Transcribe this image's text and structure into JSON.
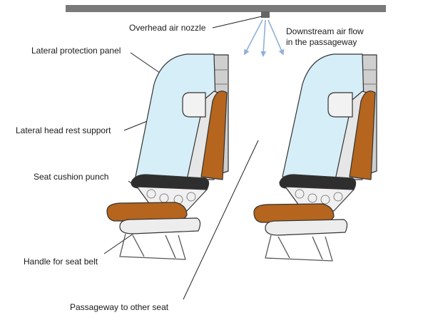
{
  "labels": {
    "overhead_air_nozzle": "Overhead air nozzle",
    "downstream_line1": "Downstream air flow",
    "downstream_line2": "in the passageway",
    "lateral_protection_panel": "Lateral protection panel",
    "lateral_head_rest_support": "Lateral head rest support",
    "seat_cushion_punch": "Seat cushion punch",
    "handle_for_seat_belt": "Handle for seat belt",
    "passageway_to_other_seat": "Passageway to other seat"
  },
  "colors": {
    "duct": "#7a7a7a",
    "airflow_arrow": "#8fb0d8",
    "panel_fill": "#d6eef7",
    "cushion_brown": "#b5651d",
    "seat_frame": "#e8e8e8",
    "outline": "#333333"
  }
}
